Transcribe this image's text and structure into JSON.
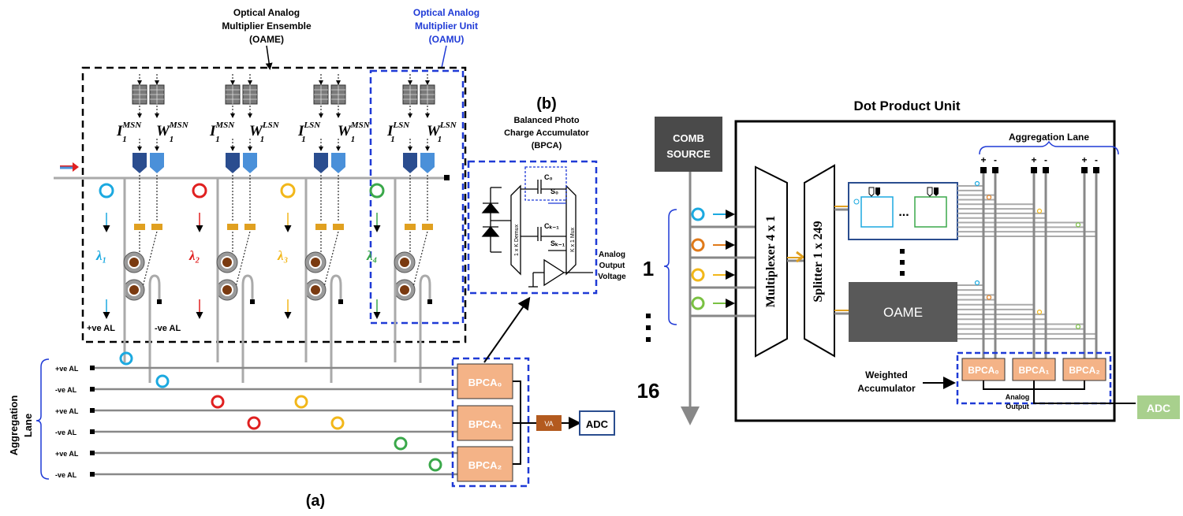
{
  "left": {
    "oame_title": [
      "Optical Analog",
      "Multiplier Ensemble",
      "(OAME)"
    ],
    "oamu_title": [
      "Optical Analog",
      "Multiplier Unit",
      "(OAMU)"
    ],
    "b_label": "(b)",
    "bpca_title": [
      "Balanced Photo",
      "Charge Accumulator",
      "(BPCA)"
    ],
    "analog_output": [
      "Analog",
      "Output",
      "Voltage"
    ],
    "capacitors": {
      "c0": "C₀",
      "s0": "S₀",
      "ck1": "Cₖ₋₁",
      "sk1": "Sₖ₋₁"
    },
    "demux": "1 x K Demux",
    "mux": "K x 1 Mux",
    "inputs": [
      {
        "i_base": "I",
        "i_sub": "1",
        "i_sup": "MSN",
        "w_base": "W",
        "w_sub": "1",
        "w_sup": "MSN",
        "lambda": "λ₁",
        "color": "#1ba9e0"
      },
      {
        "i_base": "I",
        "i_sub": "1",
        "i_sup": "MSN",
        "w_base": "W",
        "w_sub": "1",
        "w_sup": "LSN",
        "lambda": "λ₂",
        "color": "#e02020"
      },
      {
        "i_base": "I",
        "i_sub": "1",
        "i_sup": "LSN",
        "w_base": "W",
        "w_sub": "1",
        "w_sup": "MSN",
        "lambda": "λ₃",
        "color": "#f2b71a"
      },
      {
        "i_base": "I",
        "i_sub": "1",
        "i_sup": "LSN",
        "w_base": "W",
        "w_sub": "1",
        "w_sup": "LSN",
        "lambda": "λ₄",
        "color": "#3aa84a"
      }
    ],
    "pos_al": "+ve AL",
    "neg_al": "-ve AL",
    "aggregation_lane": [
      "Aggregation",
      "Lane"
    ],
    "lane_labels": [
      "+ve AL",
      "-ve AL",
      "+ve AL",
      "-ve AL",
      "+ve AL",
      "-ve AL"
    ],
    "bpca": [
      "BPCA₀",
      "BPCA₁",
      "BPCA₂"
    ],
    "va": "VA",
    "adc": "ADC",
    "a_label": "(a)"
  },
  "right": {
    "title": "Dot Product Unit",
    "comb_source": [
      "COMB",
      "SOURCE"
    ],
    "aggregation_lane": "Aggregation Lane",
    "pm": [
      "+",
      "-"
    ],
    "multiplexer": "Multiplexer 4 x 1",
    "splitter": "Splitter 1 x 249",
    "ellipsis": "...",
    "oame": "OAME",
    "num_1": "1",
    "num_16": "16",
    "weighted_accumulator": [
      "Weighted",
      "Accumulator"
    ],
    "analog_output": [
      "Analog",
      "Output"
    ],
    "bpca": [
      "BPCA₀",
      "BPCA₁",
      "BPCA₂"
    ],
    "adc": "ADC"
  },
  "colors": {
    "cyan": "#1ba9e0",
    "red": "#e02020",
    "yellow": "#f2b71a",
    "green": "#3aa84a",
    "orange_ring": "#e07a1a",
    "bpca_fill": "#f4b387",
    "va_fill": "#b35a1f",
    "adc_fill": "#a8d08d",
    "dark_blue": "#2a4d8f",
    "light_blue": "#4a90d9",
    "dash_blue": "#1f3ad6",
    "oame_gray": "#595959",
    "comb_gray": "#4a4a4a"
  }
}
